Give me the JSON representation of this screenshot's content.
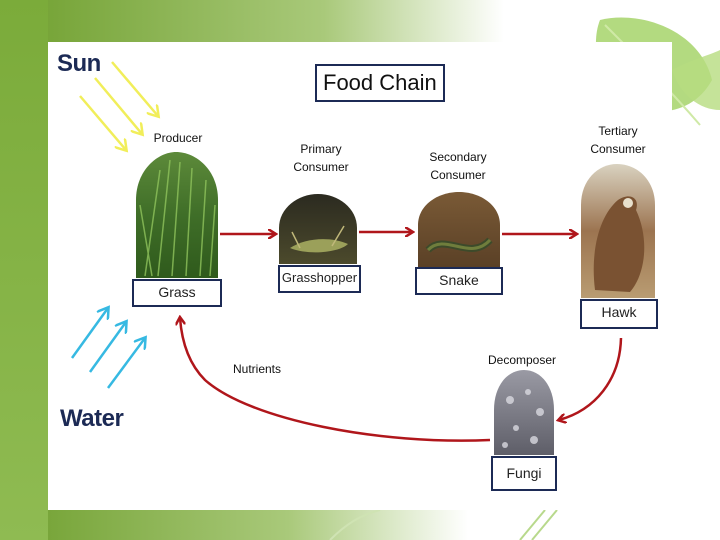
{
  "title": "Food Chain",
  "inputs": {
    "sun": "Sun",
    "water": "Water"
  },
  "organisms": {
    "grass": {
      "role": "Producer",
      "role_lines": [
        "Producer"
      ],
      "name": "Grass"
    },
    "grasshopper": {
      "role": "Primary Consumer",
      "role_lines": [
        "Primary",
        "Consumer"
      ],
      "name": "Grasshopper"
    },
    "snake": {
      "role": "Secondary Consumer",
      "role_lines": [
        "Secondary",
        "Consumer"
      ],
      "name": "Snake"
    },
    "hawk": {
      "role": "Tertiary Consumer",
      "role_lines": [
        "Tertiary",
        "Consumer"
      ],
      "name": "Hawk"
    },
    "fungi": {
      "role": "Decomposer",
      "role_lines": [
        "Decomposer"
      ],
      "name": "Fungi"
    }
  },
  "nutrients_label": "Nutrients",
  "colors": {
    "arrow": "#b0161b",
    "sun_rays": "#f1ee5a",
    "water_rays": "#36b9e2",
    "box_border": "#1c2a55",
    "background_green": "#7bab3a"
  }
}
